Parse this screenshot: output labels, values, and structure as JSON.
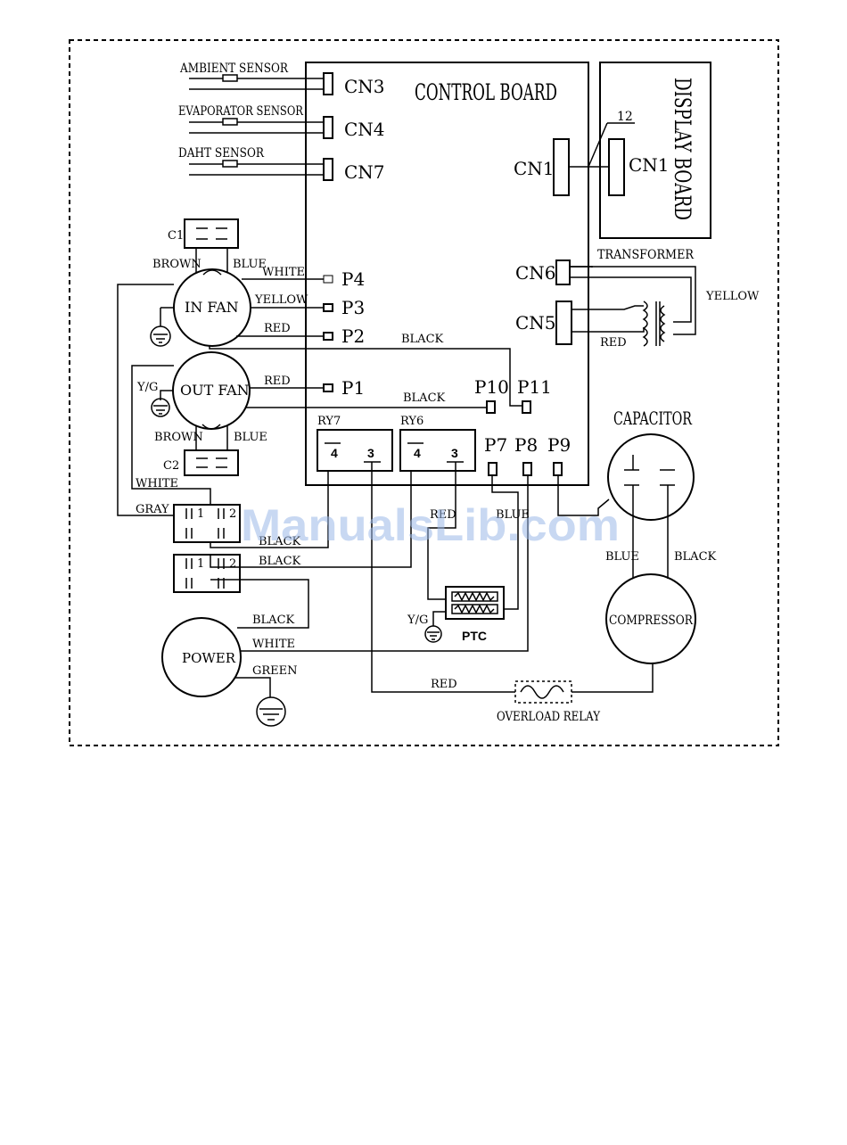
{
  "labels": {
    "control_board": "CONTROL BOARD",
    "display_board": "DISPLAY BOARD",
    "transformer": "TRANSFORMER",
    "capacitor": "CAPACITOR",
    "compressor": "COMPRESSOR",
    "ptc": "PTC",
    "overload_relay": "OVERLOAD RELAY",
    "power": "POWER",
    "in_fan": "IN FAN",
    "out_fan": "OUT FAN",
    "c1": "C1",
    "c2": "C2",
    "ry7": "RY7",
    "ry6": "RY6",
    "pin12": "12",
    "relay_pins": {
      "p4": "4",
      "p3": "3"
    },
    "switch_pins": {
      "one": "1",
      "two": "2"
    }
  },
  "sensors": [
    {
      "name": "AMBIENT SENSOR",
      "connector": "CN3"
    },
    {
      "name": "EVAPORATOR SENSOR",
      "connector": "CN4"
    },
    {
      "name": "DAHT SENSOR",
      "connector": "CN7"
    }
  ],
  "connectors": {
    "cn1_board": "CN1",
    "cn1_display": "CN1",
    "cn6": "CN6",
    "cn5": "CN5"
  },
  "ports": {
    "p1": "P1",
    "p2": "P2",
    "p3": "P3",
    "p4": "P4",
    "p7": "P7",
    "p8": "P8",
    "p9": "P9",
    "p10": "P10",
    "p11": "P11"
  },
  "wire_colors": {
    "in_fan_brown": "BROWN",
    "in_fan_blue": "BLUE",
    "white_p4": "WHITE",
    "yellow_p3": "YELLOW",
    "red_p2": "RED",
    "black_top": "BLACK",
    "red_p1": "RED",
    "black_p10": "BLACK",
    "out_fan_brown": "BROWN",
    "out_fan_blue": "BLUE",
    "white_left": "WHITE",
    "gray": "GRAY",
    "black_sw1": "BLACK",
    "black_sw2": "BLACK",
    "red_relay": "RED",
    "blue_relay": "BLUE",
    "yg_in": "Y/G",
    "yg_ptc": "Y/G",
    "black_power": "BLACK",
    "white_power": "WHITE",
    "green_power": "GREEN",
    "red_bottom": "RED",
    "blue_comp": "BLUE",
    "black_comp": "BLACK",
    "yellow_tr": "YELLOW",
    "red_tr": "RED"
  },
  "watermark": "ManualsLib.com"
}
